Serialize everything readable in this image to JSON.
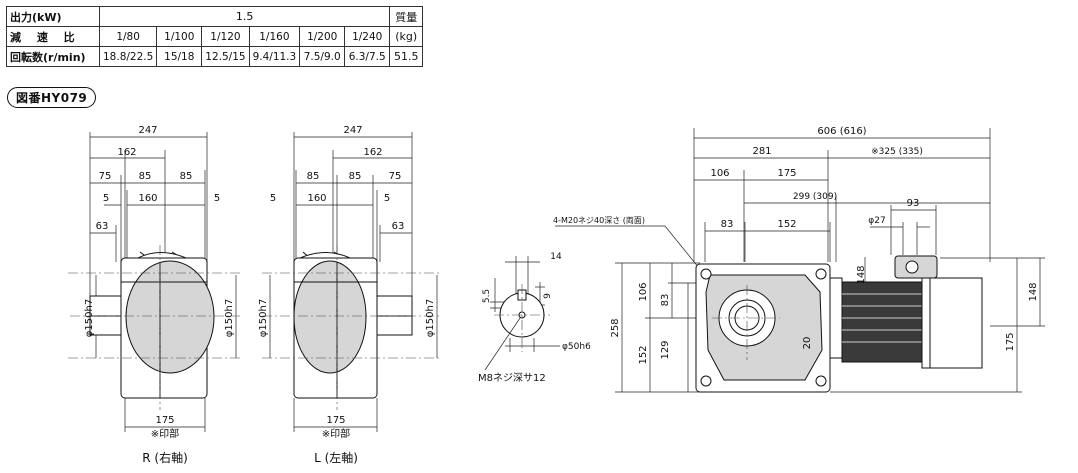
{
  "table": {
    "output_label": "出力(kW)",
    "output_value": "1.5",
    "mass_label": "質量",
    "ratio_label": "減 速 比",
    "ratios": [
      "1/80",
      "1/100",
      "1/120",
      "1/160",
      "1/200",
      "1/240"
    ],
    "mass_unit": "(kg)",
    "speed_label": "回転数(r/min)",
    "speeds": [
      "18.8/22.5",
      "15/18",
      "12.5/15",
      "9.4/11.3",
      "7.5/9.0",
      "6.3/7.5"
    ],
    "mass_value": "51.5"
  },
  "drawing_id": "図番HY079",
  "views": {
    "r_caption": "R (右軸)",
    "l_caption": "L (左軸)",
    "stamp_note": "※印部"
  },
  "dims": {
    "d247": "247",
    "d162": "162",
    "d75": "75",
    "d85": "85",
    "d5": "5",
    "d160": "160",
    "d63": "63",
    "d175": "175",
    "d150": "φ150h7",
    "d14": "14",
    "d5_5": "5.5",
    "d9": "9",
    "d50": "φ50h6",
    "m8_note": "M8ネジ深サ12",
    "d606": "606 (616)",
    "d281": "281",
    "d325": "※325 (335)",
    "d106": "106",
    "d299": "299 (309)",
    "d93": "93",
    "d27": "φ27",
    "m20_note": "4-M20ネジ40深さ (両面)",
    "d83": "83",
    "d152": "152",
    "d148": "148",
    "d258": "258",
    "d129": "129",
    "d20": "20"
  }
}
